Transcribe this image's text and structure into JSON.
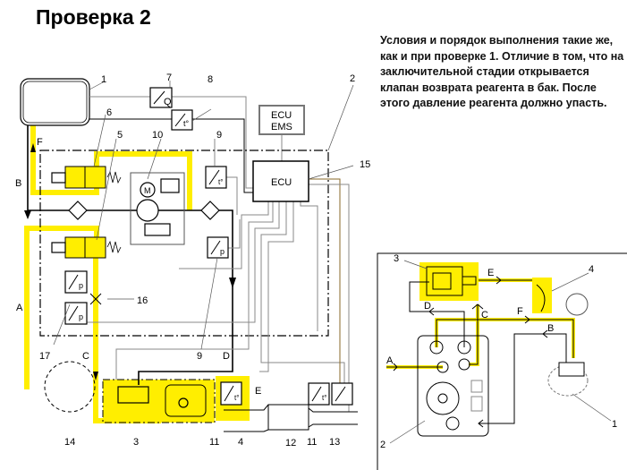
{
  "title": "Проверка 2",
  "description": "Условия и порядок выполнения такие же, как и при проверке 1. Отличие в том, что на заключительной стадии открывается клапан возврата реагента в бак. После этого давление реагента должно упасть.",
  "colors": {
    "highlight": "#ffee00",
    "line": "#000000",
    "wire": "#8a8a8a"
  },
  "left_diagram": {
    "numbers": {
      "n1": "1",
      "n2": "2",
      "n5": "5",
      "n6": "6",
      "n7": "7",
      "n8": "8",
      "n9a": "9",
      "n9b": "9",
      "n10": "10",
      "n15": "15",
      "n16": "16",
      "n17": "17",
      "n14": "14",
      "n3": "3",
      "n11a": "11",
      "n4": "4",
      "n12": "12",
      "n11b": "11",
      "n13": "13"
    },
    "letters": {
      "A": "A",
      "B": "B",
      "C": "C",
      "D": "D",
      "E": "E",
      "F": "F"
    },
    "ecu": "ECU",
    "ecu_ems_1": "ECU",
    "ecu_ems_2": "EMS",
    "motor": "M",
    "sensor_q": "Q",
    "sensor_t": "t°",
    "sensor_p": "p"
  },
  "right_diagram": {
    "numbers": {
      "n1": "1",
      "n2": "2",
      "n3": "3",
      "n4": "4"
    },
    "letters": {
      "A": "A",
      "B": "B",
      "C": "C",
      "D": "D",
      "E": "E",
      "F": "F"
    }
  }
}
